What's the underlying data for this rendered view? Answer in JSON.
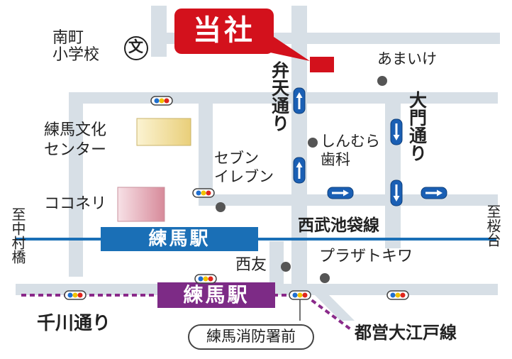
{
  "company_label": "当社",
  "labels": {
    "school": "南町\n小学校",
    "school_symbol": "文",
    "amaike": "あまいけ",
    "bunka_center": "練馬文化\nセンター",
    "seven": "セブン\nイレブン",
    "shinmura": "しんむら\n歯科",
    "coconeri": "ココネリ",
    "nishitomo": "西友",
    "plaza": "プラザトキワ"
  },
  "streets": {
    "benten": "弁天通り",
    "daimon": "大門通り",
    "senkawa": "千川通り"
  },
  "railways": {
    "seibu": "西武池袋線",
    "oedo": "都営大江戸線"
  },
  "stations": {
    "seibu_station": "練馬駅",
    "oedo_station": "練馬駅"
  },
  "directions": {
    "west": "至中村橋",
    "east": "至桜台"
  },
  "bus_stop": "練馬消防署前",
  "colors": {
    "road": "#d7dfe6",
    "company": "#d3111c",
    "seibu_line": "#1a6fb6",
    "seibu_station": "#1a6fb6",
    "oedo_line": "#8a2a8a",
    "oedo_station": "#7d2b86",
    "arrow_sign": "#1a5fb4",
    "landmark_dot": "#555555"
  }
}
